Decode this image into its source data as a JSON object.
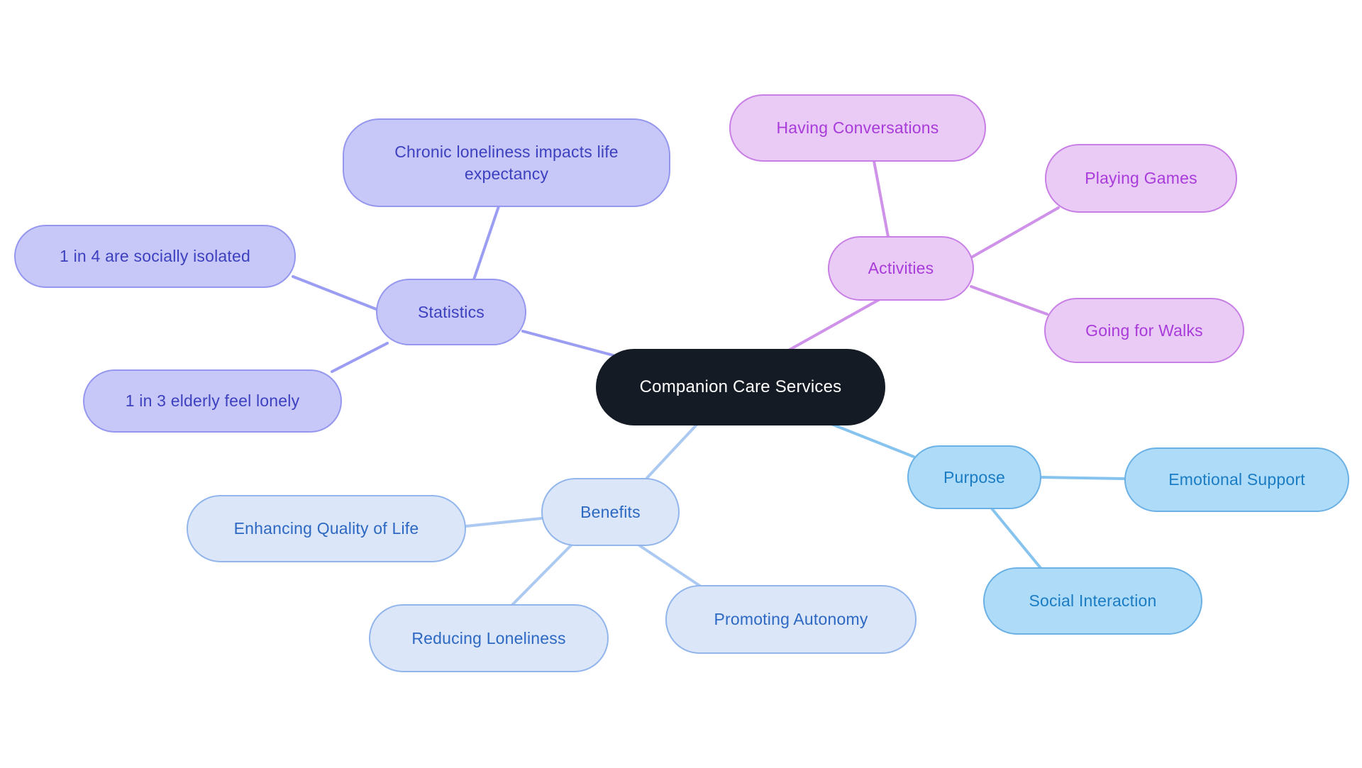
{
  "central": {
    "label": "Companion Care Services",
    "bg_color": "#151b25",
    "text_color": "#ffffff"
  },
  "branches": [
    {
      "label": "Statistics",
      "fill_color": "#c7c8f8",
      "border_color": "#9597ef",
      "text_color": "#3d40bf",
      "line_color": "#9b9df2",
      "children": [
        {
          "label": "Chronic loneliness impacts life expectancy"
        },
        {
          "label": "1 in 4 are socially isolated"
        },
        {
          "label": "1 in 3 elderly feel lonely"
        }
      ]
    },
    {
      "label": "Activities",
      "fill_color": "#eacbf6",
      "border_color": "#c87fe5",
      "text_color": "#a83bd9",
      "line_color": "#cf92e9",
      "children": [
        {
          "label": "Having Conversations"
        },
        {
          "label": "Playing Games"
        },
        {
          "label": "Going for Walks"
        }
      ]
    },
    {
      "label": "Purpose",
      "fill_color": "#aedcf8",
      "border_color": "#6bb1e5",
      "text_color": "#1b7cc4",
      "line_color": "#86c3ef",
      "children": [
        {
          "label": "Emotional Support"
        },
        {
          "label": "Social Interaction"
        }
      ]
    },
    {
      "label": "Benefits",
      "fill_color": "#dbe7f9",
      "border_color": "#92b6ec",
      "text_color": "#2d68c2",
      "line_color": "#abc9f1",
      "children": [
        {
          "label": "Enhancing Quality of Life"
        },
        {
          "label": "Reducing Loneliness"
        },
        {
          "label": "Promoting Autonomy"
        }
      ]
    }
  ]
}
